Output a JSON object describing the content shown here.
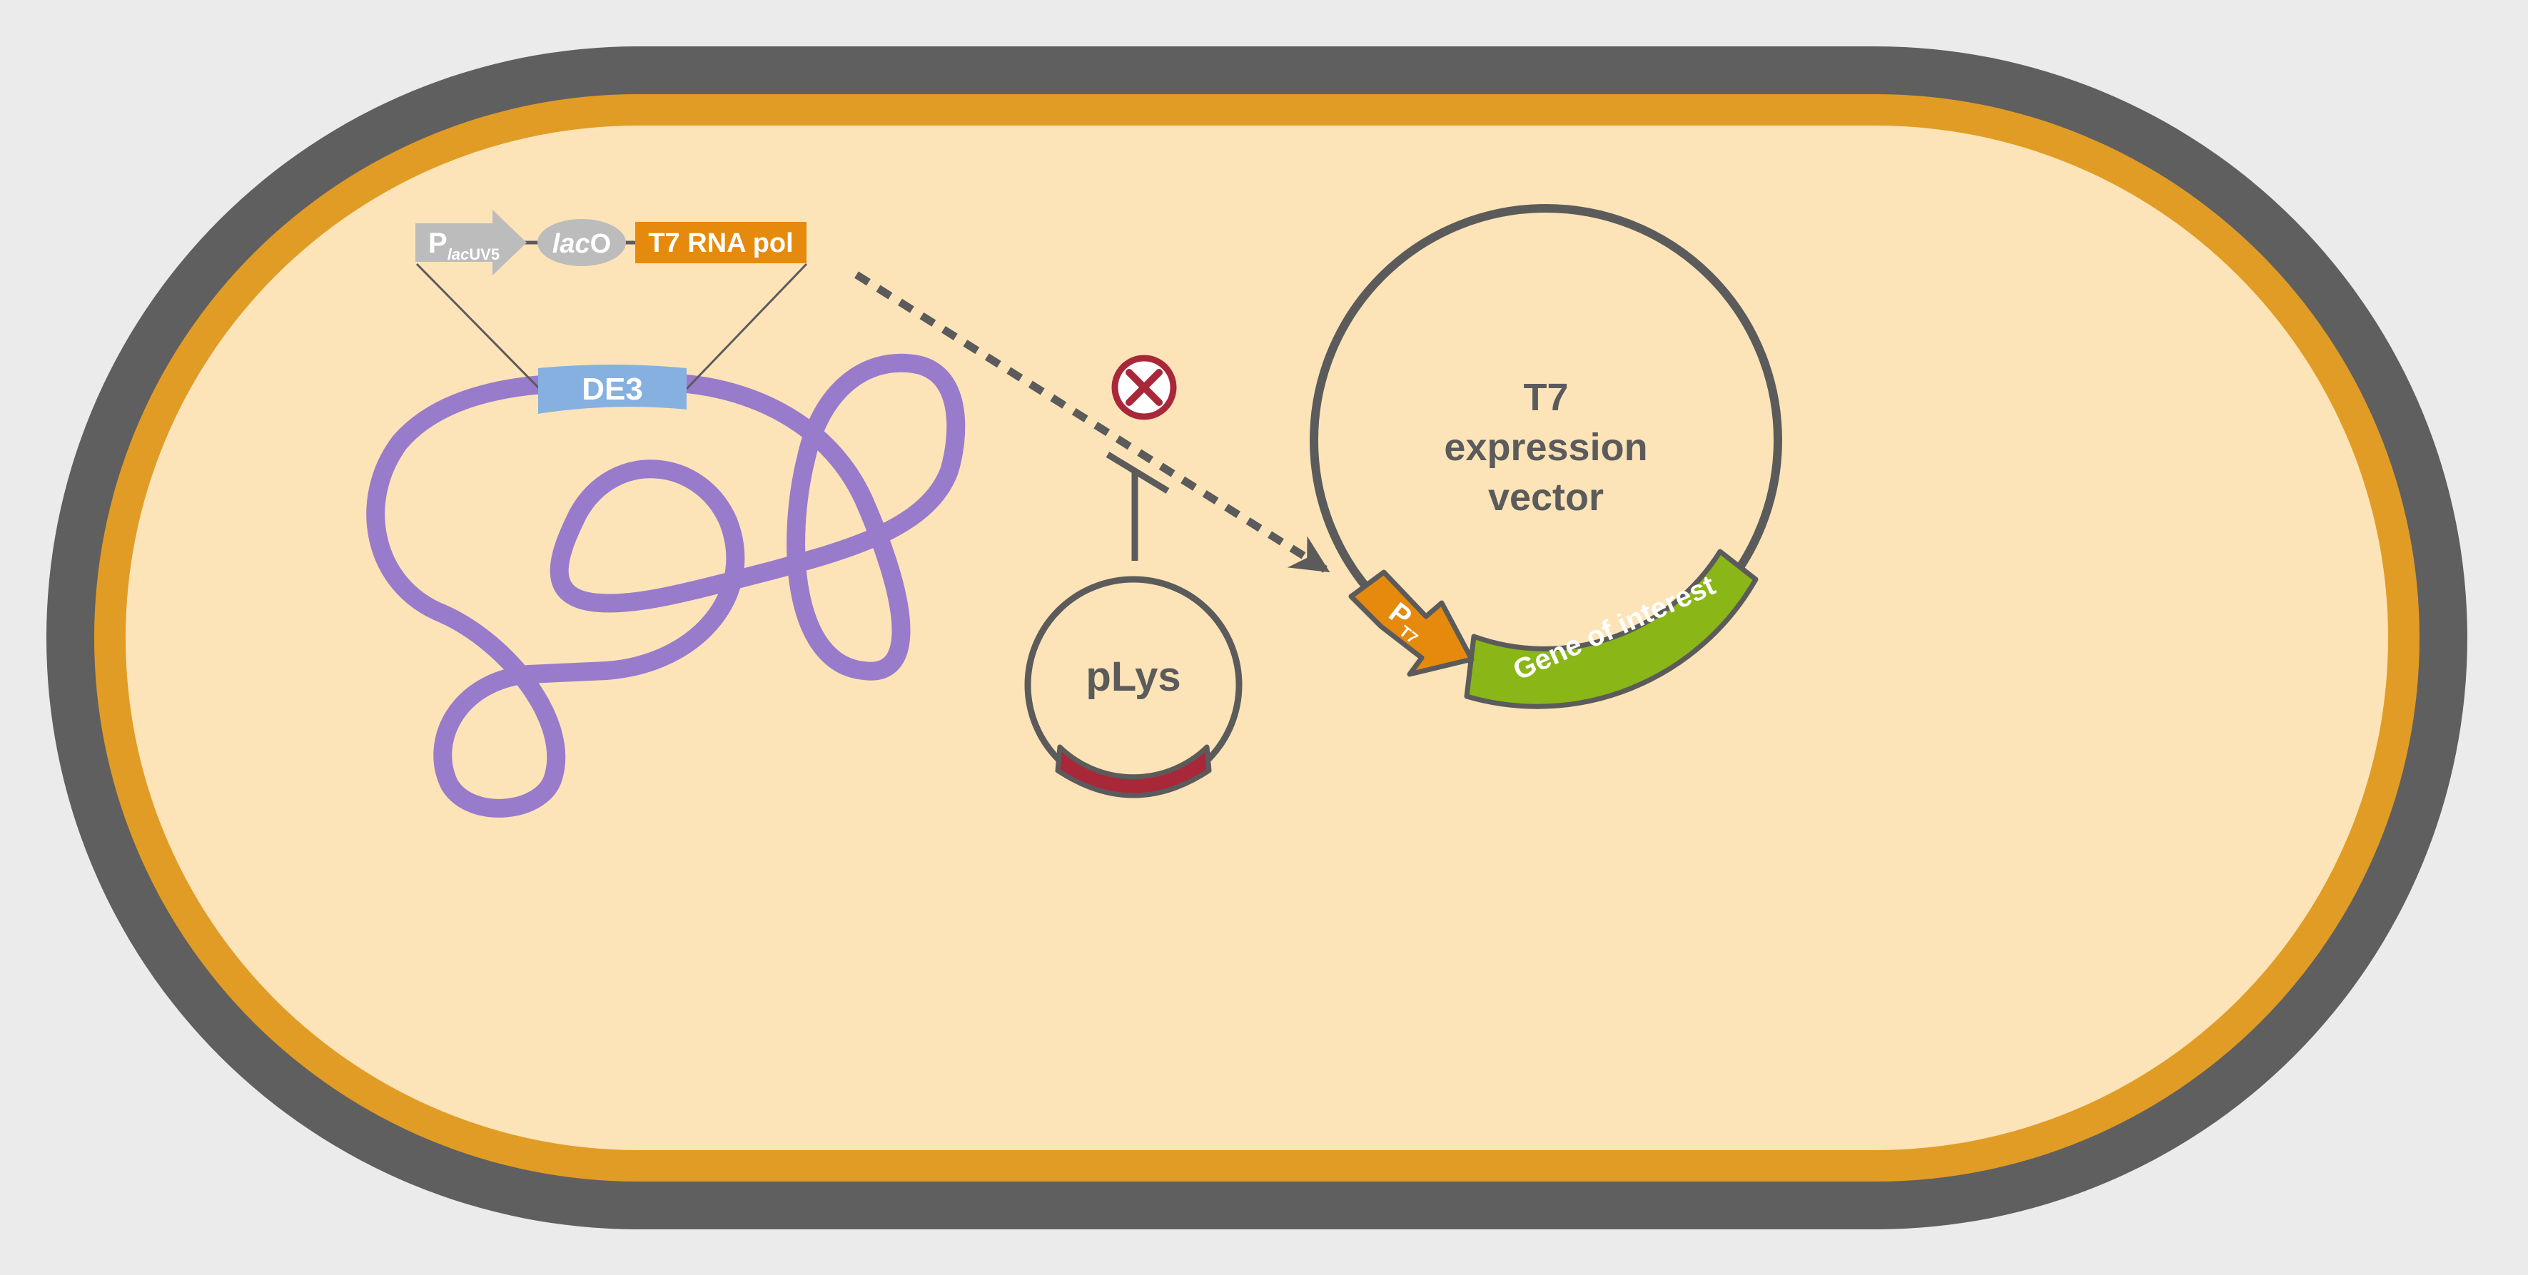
{
  "colors": {
    "background": "#ebebeb",
    "cell_wall": "#5f5f5f",
    "cell_membrane": "#e19c25",
    "cytoplasm": "#fde4b8",
    "chromosome": "#987ccb",
    "de3_box": "#86b0e0",
    "promoter_gray": "#bcbcbc",
    "t7_rna_pol": "#e68a0e",
    "inhibition_red": "#a8283a",
    "gene_of_interest": "#8ab617",
    "dark_text": "#5b5b5b",
    "white_text": "#ffffff"
  },
  "de3_cassette": {
    "promoter_letter": "P",
    "promoter_subscript_italic": "lac",
    "promoter_subscript_rest": "UV5",
    "operator_italic": "lac",
    "operator_rest": "O",
    "polymerase_label": "T7 RNA pol"
  },
  "chromosome": {
    "de3_label": "DE3"
  },
  "inhibitor": {
    "blocked_icon": "x-circle-icon",
    "plasmid_label": "pLys"
  },
  "vector": {
    "title_line1": "T7",
    "title_line2": "expression",
    "title_line3": "vector",
    "promoter_letter": "P",
    "promoter_subscript": "T7",
    "gene_label": "Gene of interest"
  }
}
